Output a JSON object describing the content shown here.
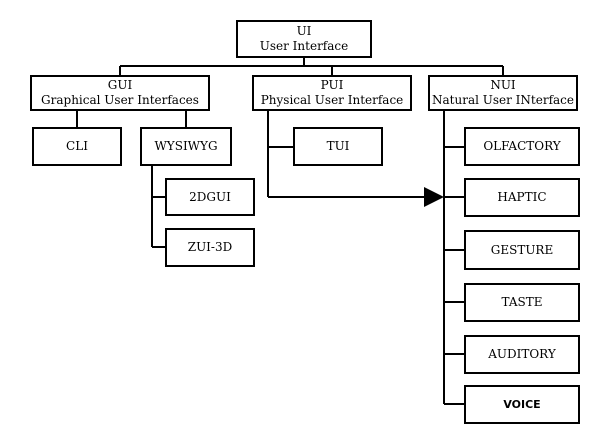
{
  "nodes": {
    "ui": {
      "title": "UI",
      "subtitle": "User Interface"
    },
    "gui": {
      "title": "GUI",
      "subtitle": "Graphical User Interfaces"
    },
    "pui": {
      "title": "PUI",
      "subtitle": "Physical User Interface"
    },
    "nui": {
      "title": "NUI",
      "subtitle": "Natural User INterface"
    },
    "cli": {
      "title": "CLI"
    },
    "wysiwyg": {
      "title": "WYSIWYG"
    },
    "twodgui": {
      "title": "2DGUI"
    },
    "zui3d": {
      "title": "ZUI-3D"
    },
    "tui": {
      "title": "TUI"
    },
    "olfactory": {
      "title": "OLFACTORY"
    },
    "haptic": {
      "title": "HAPTIC"
    },
    "gesture": {
      "title": "GESTURE"
    },
    "taste": {
      "title": "TASTE"
    },
    "auditory": {
      "title": "AUDITORY"
    },
    "voice": {
      "title": "VOICE"
    }
  }
}
